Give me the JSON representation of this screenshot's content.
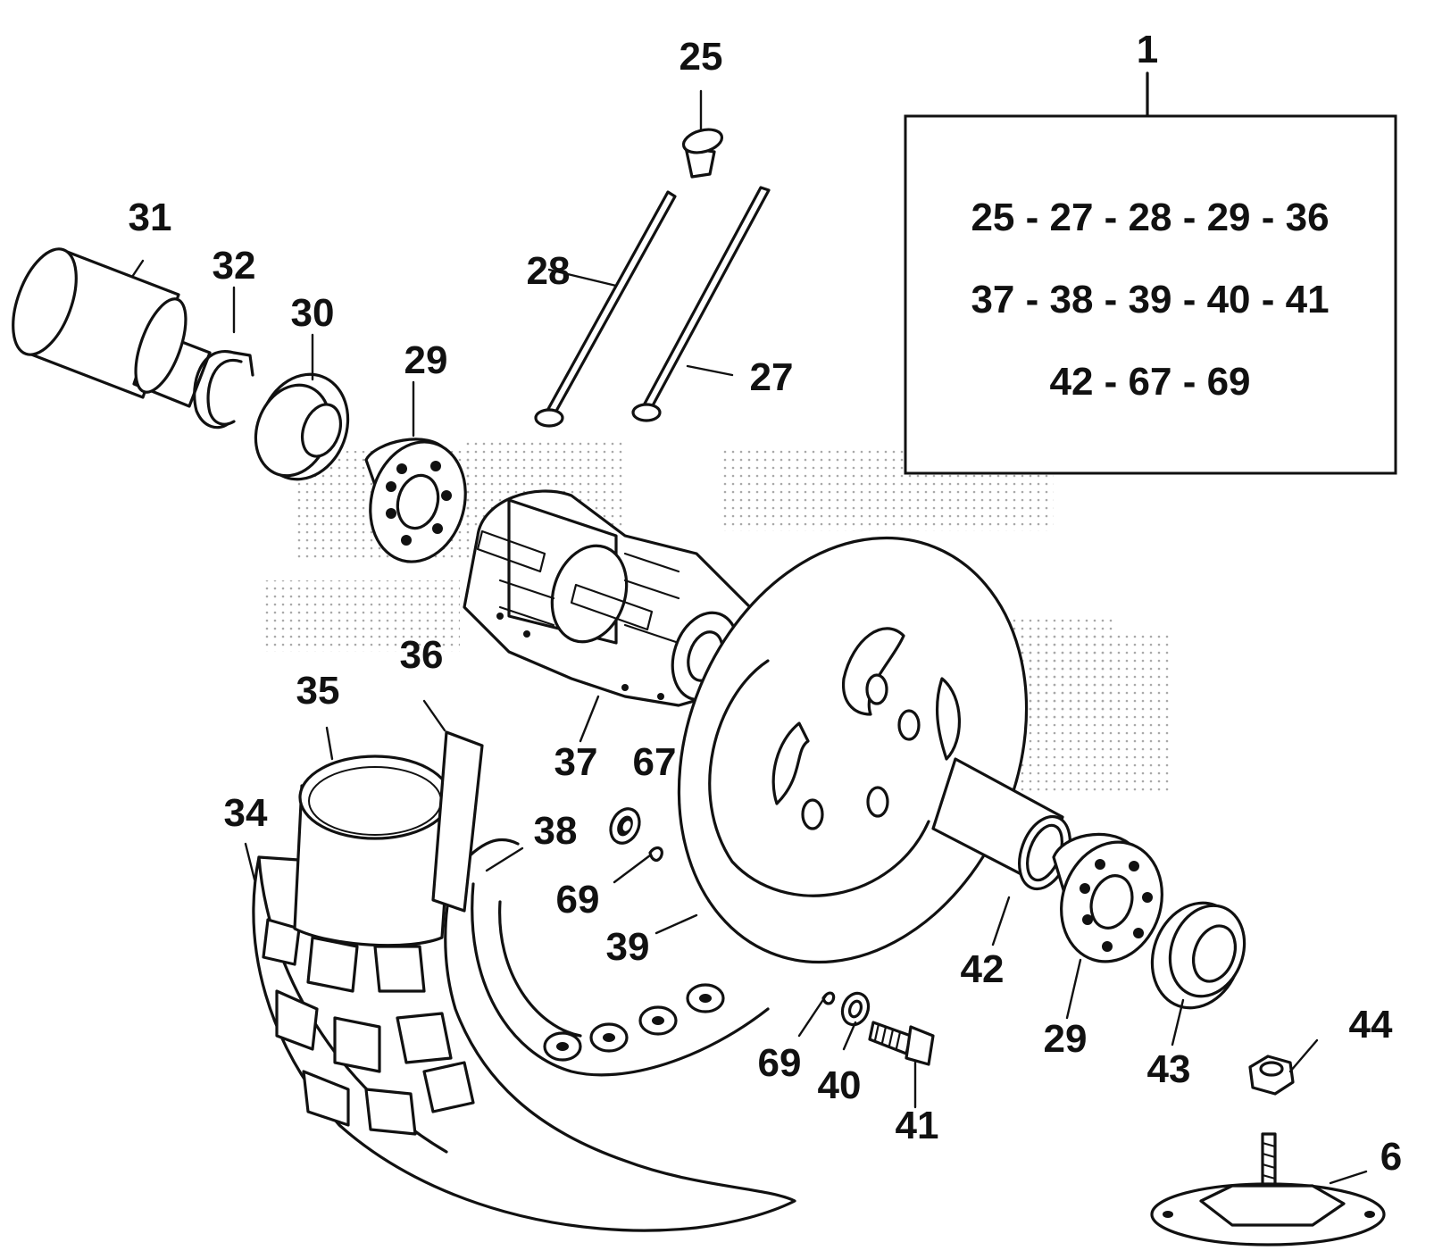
{
  "diagram": {
    "labels": {
      "p1": "1",
      "p6": "6",
      "p25": "25",
      "p27": "27",
      "p28": "28",
      "p29a": "29",
      "p29b": "29",
      "p30": "30",
      "p31": "31",
      "p32": "32",
      "p34": "34",
      "p35": "35",
      "p36": "36",
      "p37": "37",
      "p38": "38",
      "p39": "39",
      "p40": "40",
      "p41": "41",
      "p42": "42",
      "p43": "43",
      "p44": "44",
      "p67": "67",
      "p69a": "69",
      "p69b": "69"
    },
    "kit_box": {
      "line1": "25 - 27 - 28 - 29 - 36",
      "line2": "37 - 38 - 39 - 40 - 41",
      "line3": "42 - 67 - 69"
    }
  }
}
